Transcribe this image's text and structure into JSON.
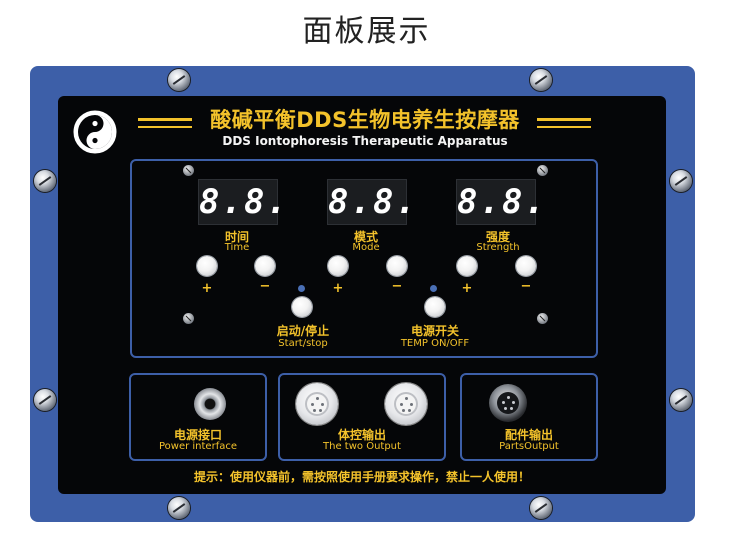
{
  "page": {
    "title": "面板展示"
  },
  "header": {
    "title_cn": "酸碱平衡DDS生物电养生按摩器",
    "title_en": "DDS Iontophoresis Therapeutic Apparatus",
    "logo_icon": "yin-yang-icon"
  },
  "displays": [
    {
      "value": "8.8.",
      "label_cn": "时间",
      "label_en": "Time"
    },
    {
      "value": "8.8.",
      "label_cn": "模式",
      "label_en": "Mode"
    },
    {
      "value": "8.8.",
      "label_cn": "强度",
      "label_en": "Strength"
    }
  ],
  "controls": {
    "plus": "+",
    "minus": "−",
    "start_cn": "启动/停止",
    "start_en": "Start/stop",
    "temp_cn": "电源开关",
    "temp_en": "TEMP  ON/OFF"
  },
  "ports": {
    "power_cn": "电源接口",
    "power_en": "Power interface",
    "body_cn": "体控输出",
    "body_en": "The two Output",
    "parts_cn": "配件输出",
    "parts_en": "PartsOutput"
  },
  "notice": "提示：使用仪器前，需按照使用手册要求操作，禁止一人使用！",
  "colors": {
    "frame": "#3d5fa8",
    "panel": "#050608",
    "accent": "#f3c22b",
    "display": "#1b1d20"
  }
}
